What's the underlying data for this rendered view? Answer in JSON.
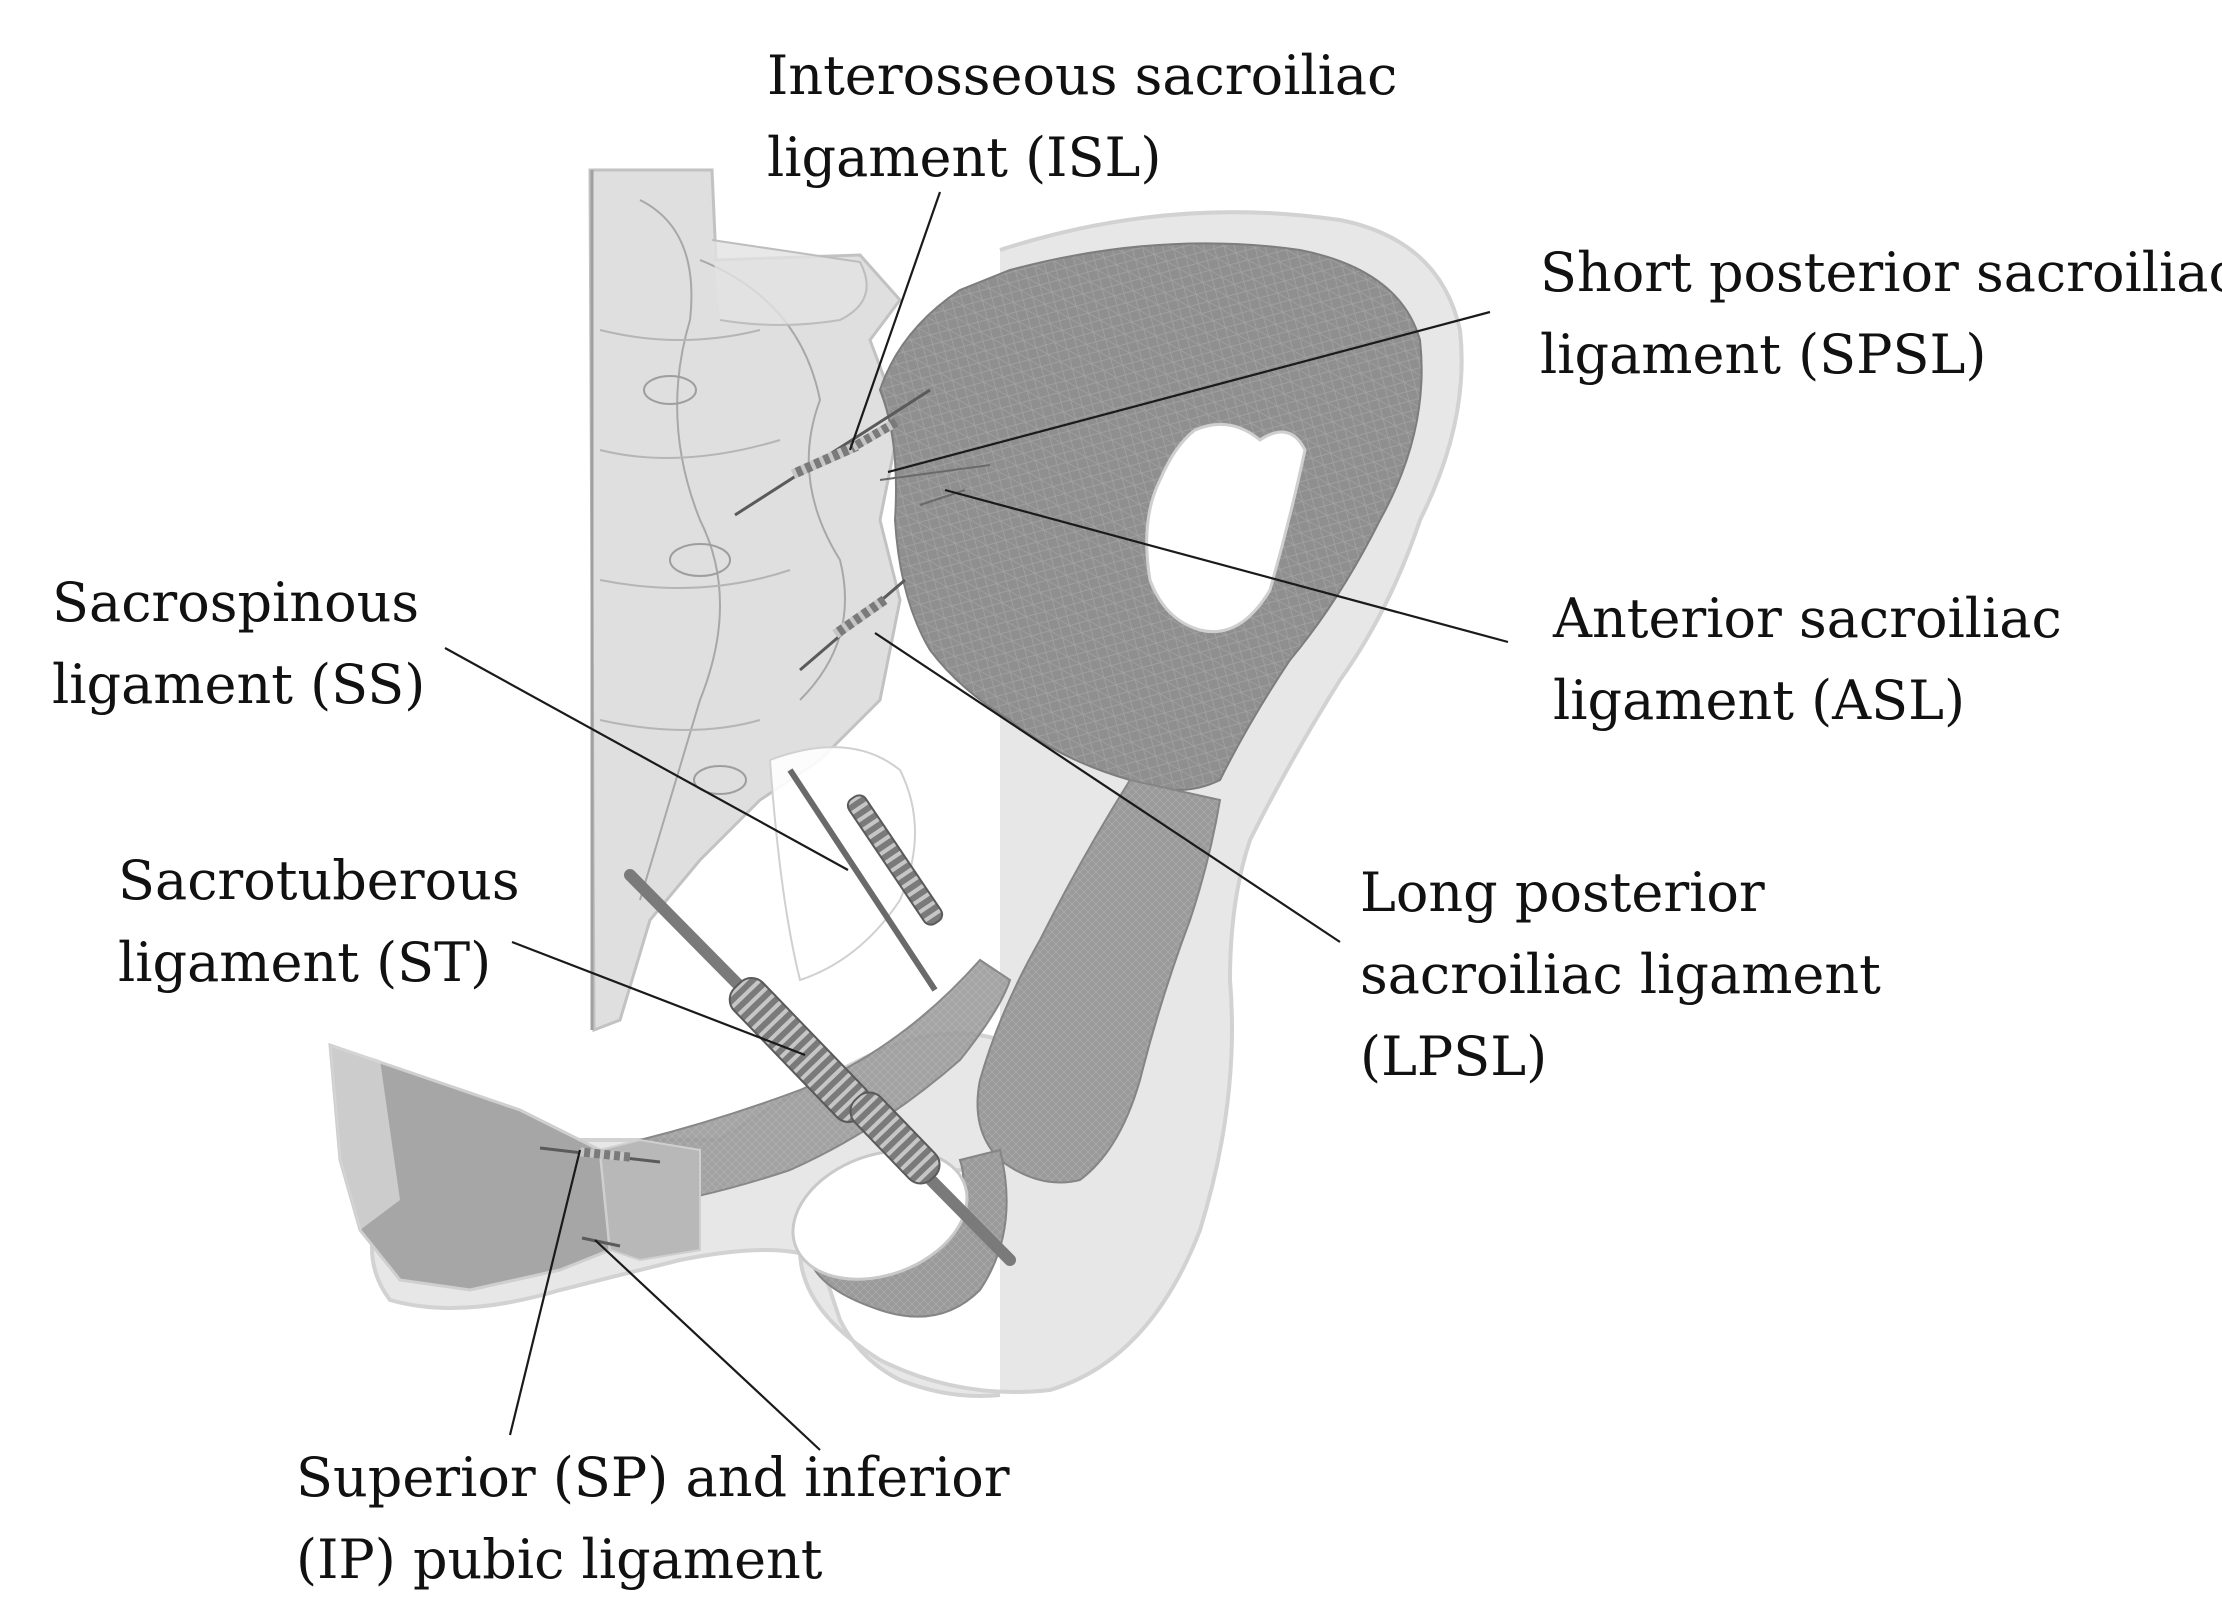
{
  "labels": {
    "isl": {
      "line1": "Interosseous sacroiliac",
      "line2": "ligament (ISL)"
    },
    "spsl": {
      "line1": "Short posterior sacroiliac",
      "line2": "ligament (SPSL)"
    },
    "asl": {
      "line1": "Anterior sacroiliac",
      "line2": "ligament (ASL)"
    },
    "ss": {
      "line1": "Sacrospinous",
      "line2": "ligament (SS)"
    },
    "st": {
      "line1": "Sacrotuberous",
      "line2": "ligament (ST)"
    },
    "lpsl": {
      "line1": "Long posterior",
      "line2": "sacroiliac ligament",
      "line3": "(LPSL)"
    },
    "pubic": {
      "line1": "Superior (SP) and inferior",
      "line2": "(IP) pubic ligament"
    }
  },
  "colors": {
    "bone_dark": "#8f8f8f",
    "bone_mid": "#b4b4b4",
    "bone_light": "#d9d9d9",
    "bone_outline": "#e8e8e8",
    "spring": "#6e6e6e",
    "leader": "#1a1a1a"
  }
}
